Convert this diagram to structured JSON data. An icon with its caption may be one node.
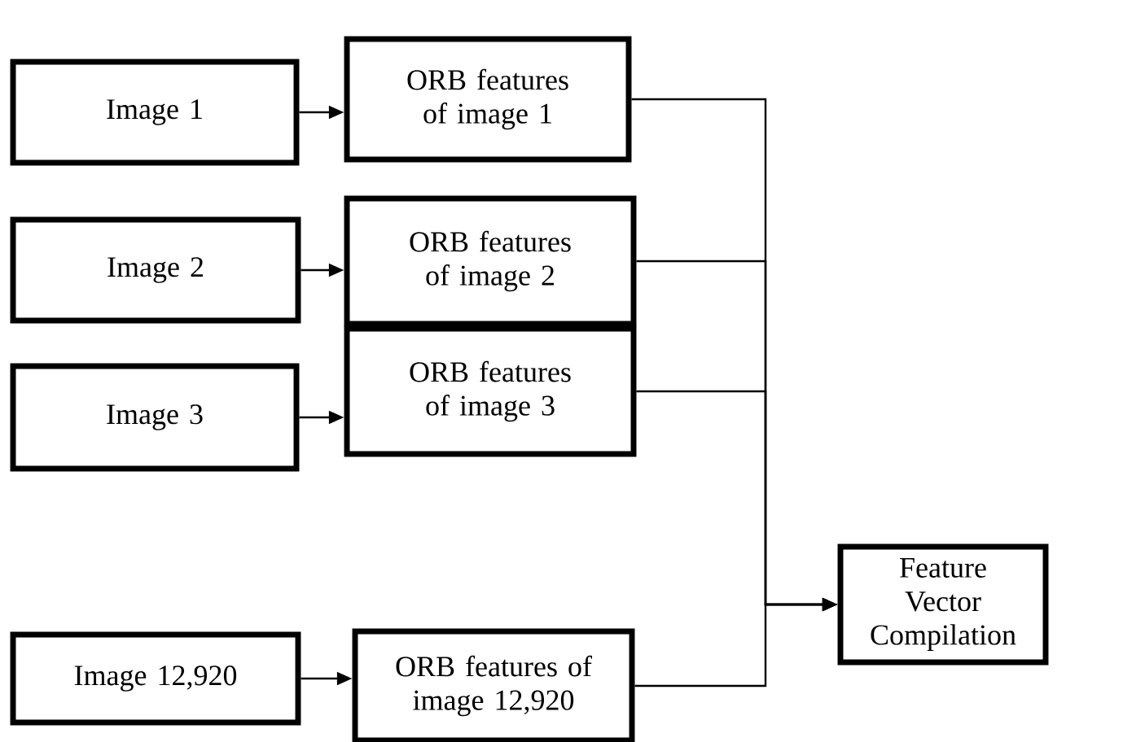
{
  "diagram": {
    "nodes": [
      {
        "text": [
          "Image 1"
        ]
      },
      {
        "text": [
          "ORB features of image 1"
        ]
      },
      {
        "text": [
          "Image 2"
        ]
      },
      {
        "text": [
          "ORB features of image 2"
        ]
      },
      {
        "text": [
          "Image 3"
        ]
      },
      {
        "text": [
          "ORB features of image 3"
        ]
      },
      {
        "text": [
          "Image 12,920"
        ]
      },
      {
        "text": [
          "ORB features of image 12,920"
        ]
      },
      {
        "text": [
          "Feature Vector Compilation"
        ]
      }
    ],
    "edges": [
      {
        "from": 0,
        "to": 1,
        "arrow": "to"
      },
      {
        "from": 2,
        "to": 3,
        "arrow": "to"
      },
      {
        "from": 4,
        "to": 5,
        "arrow": "to"
      },
      {
        "from": 6,
        "to": 7,
        "arrow": "to"
      },
      {
        "from": 1,
        "to": 8,
        "arrow": "to"
      },
      {
        "from": 3,
        "to": 8,
        "arrow": "to"
      },
      {
        "from": 5,
        "to": 8,
        "arrow": "to"
      },
      {
        "from": 7,
        "to": 8,
        "arrow": "to"
      }
    ]
  }
}
